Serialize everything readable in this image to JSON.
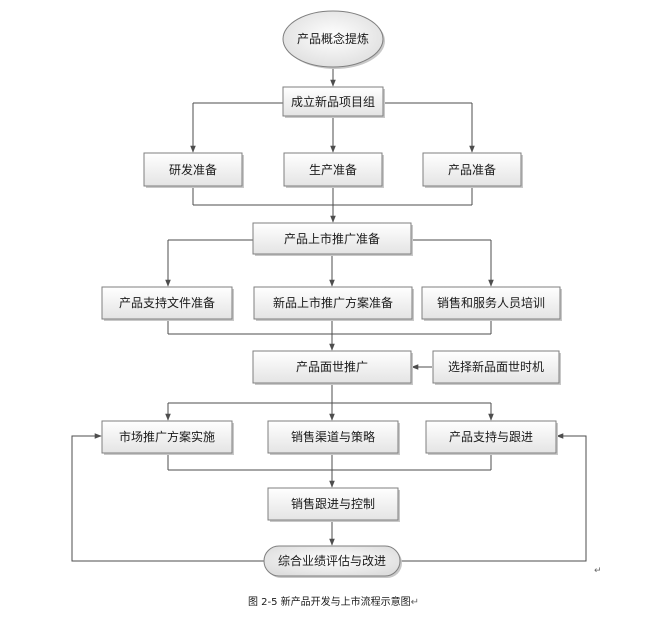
{
  "nodes": {
    "concept": "产品概念提炼",
    "project_team": "成立新品项目组",
    "rd_prep": "研发准备",
    "production_prep": "生产准备",
    "product_prep": "产品准备",
    "launch_prep": "产品上市推广准备",
    "support_docs": "产品支持文件准备",
    "launch_plan": "新品上市推广方案准备",
    "sales_training": "销售和服务人员培训",
    "launch_promo": "产品面世推广",
    "select_time": "选择新品面世时机",
    "market_plan": "市场推广方案实施",
    "sales_channel": "销售渠道与策略",
    "product_support": "产品支持与跟进",
    "sales_control": "销售跟进与控制",
    "evaluation": "综合业绩评估与改进"
  },
  "caption": "图 2-5 新产品开发与上市流程示意图",
  "marks": {
    "return": "↵"
  },
  "colors": {
    "box_fill_top": "#ffffff",
    "box_fill_bottom": "#e6e6e6",
    "stroke": "#7f7f7f",
    "line": "#4d4d4d"
  }
}
